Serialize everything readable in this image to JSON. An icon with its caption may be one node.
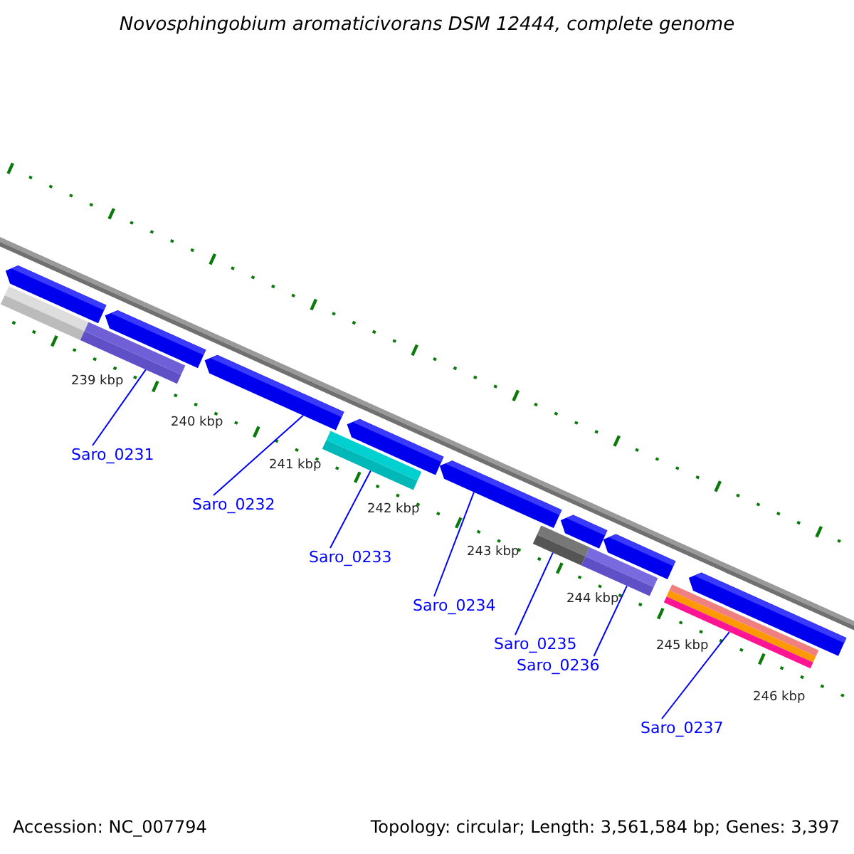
{
  "diagram": {
    "title": "Novosphingobium aromaticivorans DSM 12444, complete genome",
    "nodes": [
      {
        "text": [
          "Saro_0231"
        ]
      },
      {
        "text": [
          "Saro_0232"
        ]
      },
      {
        "text": [
          "Saro_0233"
        ]
      },
      {
        "text": [
          "Saro_0234"
        ]
      },
      {
        "text": [
          "Saro_0235"
        ]
      },
      {
        "text": [
          "Saro_0236"
        ]
      },
      {
        "text": [
          "Saro_0237"
        ]
      },
      {
        "text": [],
        "shape": "bar"
      },
      {
        "text": [],
        "shape": "pentagon"
      },
      {
        "text": [],
        "shape": "bar"
      },
      {
        "text": [],
        "shape": "pentagon"
      },
      {
        "text": [],
        "shape": "pentagon"
      },
      {
        "text": [],
        "shape": "bar"
      },
      {
        "text": [],
        "shape": "pentagon"
      },
      {
        "text": [],
        "shape": "pentagon"
      },
      {
        "text": [],
        "shape": "bar"
      },
      {
        "text": [],
        "shape": "pentagon"
      },
      {
        "text": [],
        "shape": "bar"
      },
      {
        "text": [],
        "shape": "pentagon"
      },
      {
        "text": [],
        "shape": "bar"
      },
      {
        "text": [],
        "shape": "pentagon"
      }
    ],
    "edges": [
      {
        "from": 0,
        "to": 9,
        "arrow": "none"
      },
      {
        "from": 1,
        "to": 11,
        "arrow": "none"
      },
      {
        "from": 2,
        "to": 12,
        "arrow": "none"
      },
      {
        "from": 3,
        "to": 14,
        "arrow": "none"
      },
      {
        "from": 4,
        "to": 15,
        "arrow": "none"
      },
      {
        "from": 5,
        "to": 17,
        "arrow": "none"
      },
      {
        "from": 6,
        "to": 19,
        "arrow": "none"
      }
    ],
    "labels": [
      "239 kbp",
      "240 kbp",
      "241 kbp",
      "242 kbp",
      "243 kbp",
      "244 kbp",
      "245 kbp",
      "246 kbp",
      "Accession: NC_007794",
      "Topology: circular; Length: 3,561,584 bp; Genes: 3,397"
    ]
  }
}
